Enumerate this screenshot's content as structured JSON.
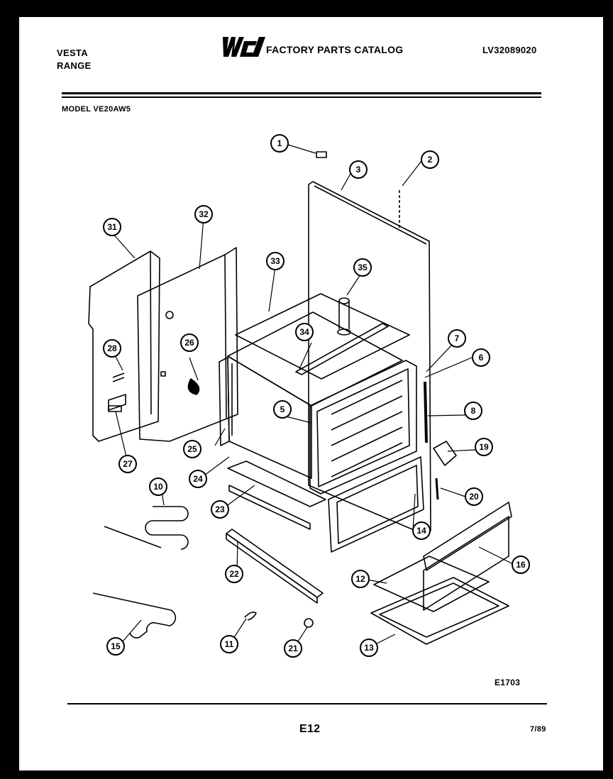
{
  "header": {
    "brand_line1": "VESTA",
    "brand_line2": "RANGE",
    "logo_text": "WCI",
    "catalog_title": "FACTORY PARTS CATALOG",
    "part_number": "LV32089020"
  },
  "model_label": "MODEL VE20AW5",
  "callouts": [
    "1",
    "2",
    "3",
    "5",
    "6",
    "7",
    "8",
    "10",
    "11",
    "12",
    "13",
    "14",
    "15",
    "16",
    "19",
    "20",
    "21",
    "22",
    "23",
    "24",
    "25",
    "26",
    "27",
    "28",
    "31",
    "32",
    "33",
    "34",
    "35"
  ],
  "diagram_code": "E1703",
  "footer": {
    "page_number": "E12",
    "date": "7/89"
  },
  "colors": {
    "ink": "#000000",
    "paper": "#ffffff",
    "frame": "#000000"
  }
}
